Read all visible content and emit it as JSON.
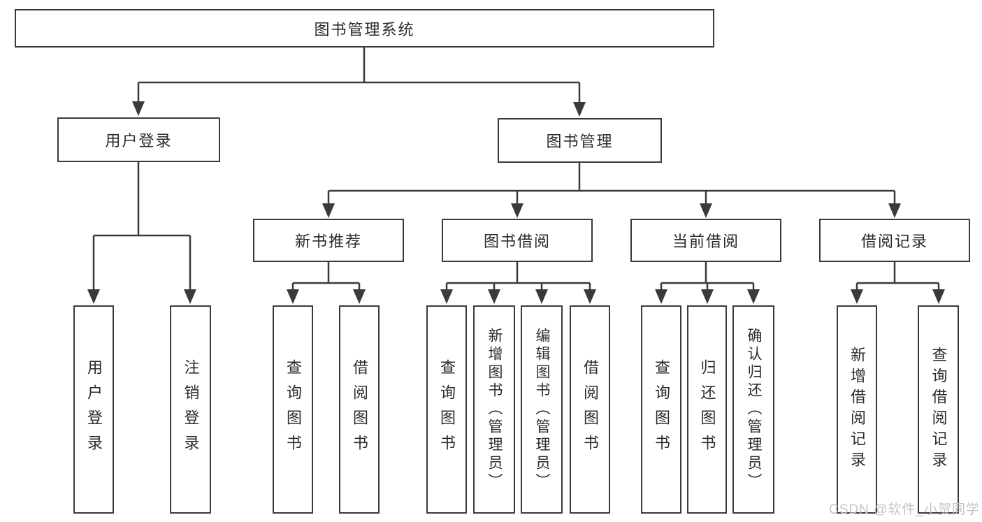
{
  "root": {
    "label": "图书管理系统"
  },
  "level2": [
    {
      "label": "用户登录"
    },
    {
      "label": "图书管理"
    }
  ],
  "level3": [
    {
      "label": "新书推荐"
    },
    {
      "label": "图书借阅"
    },
    {
      "label": "当前借阅"
    },
    {
      "label": "借阅记录"
    }
  ],
  "leaves": {
    "user_login": [
      {
        "label": "用户登录"
      },
      {
        "label": "注销登录"
      }
    ],
    "new_book_recommend": [
      {
        "label": "查询图书"
      },
      {
        "label": "借阅图书"
      }
    ],
    "book_borrow": [
      {
        "label": "查询图书"
      },
      {
        "label": "新增图书（管理员）"
      },
      {
        "label": "编辑图书（管理员）"
      },
      {
        "label": "借阅图书"
      }
    ],
    "current_borrow": [
      {
        "label": "查询图书"
      },
      {
        "label": "归还图书"
      },
      {
        "label": "确认归还（管理员）"
      }
    ],
    "borrow_records": [
      {
        "label": "新增借阅记录"
      },
      {
        "label": "查询借阅记录"
      }
    ]
  },
  "watermark": {
    "text": "CSDN @软件_小贺同学"
  },
  "colors": {
    "line": "#3a3a3a",
    "text": "#2b2b2b",
    "watermark": "#c4c4c4",
    "background": "#ffffff"
  }
}
